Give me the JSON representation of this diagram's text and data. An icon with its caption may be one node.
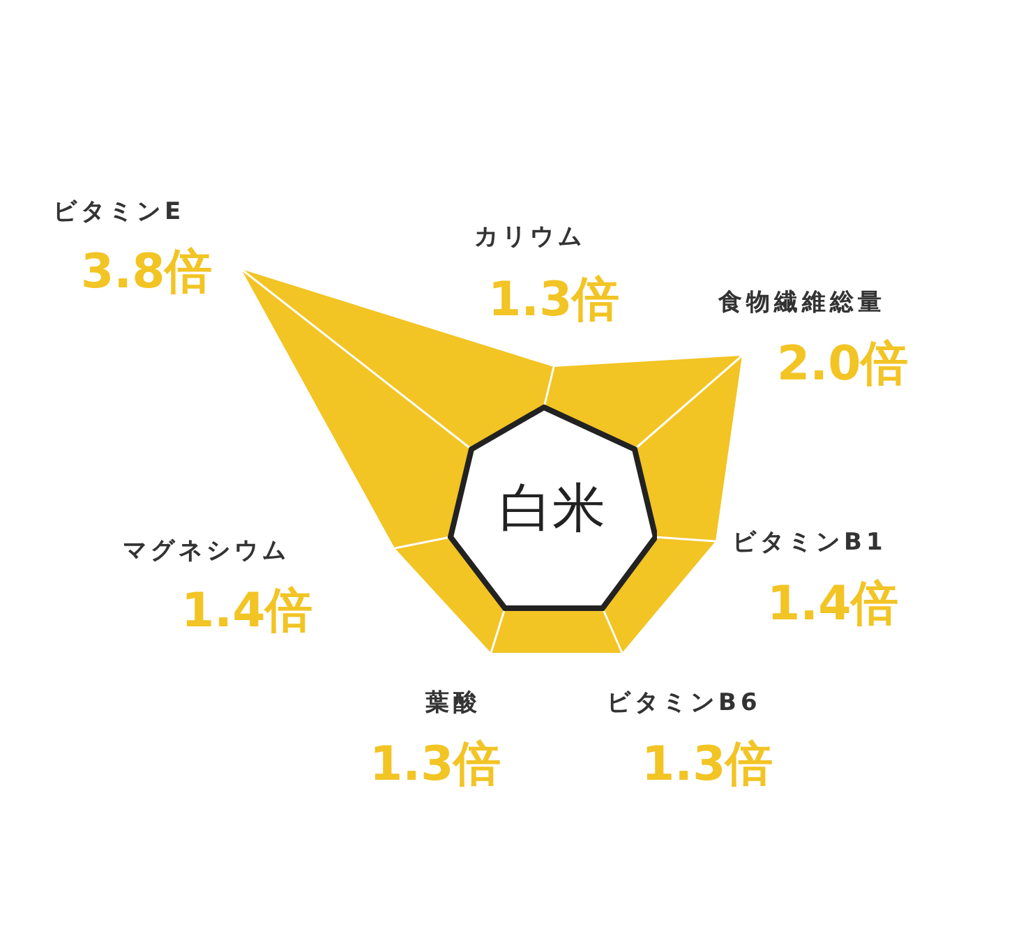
{
  "diagram": {
    "nodes": [
      {
        "text": [
          "白米"
        ]
      }
    ],
    "labels": [
      "ビタミンE",
      "3.8倍",
      "カリウム",
      "1.3倍",
      "食物繊維総量",
      "2.0倍",
      "マグネシウム",
      "1.4倍",
      "ビタミンB1",
      "1.4倍",
      "葉酸",
      "1.3倍",
      "ビタミンB6",
      "1.3倍"
    ]
  }
}
